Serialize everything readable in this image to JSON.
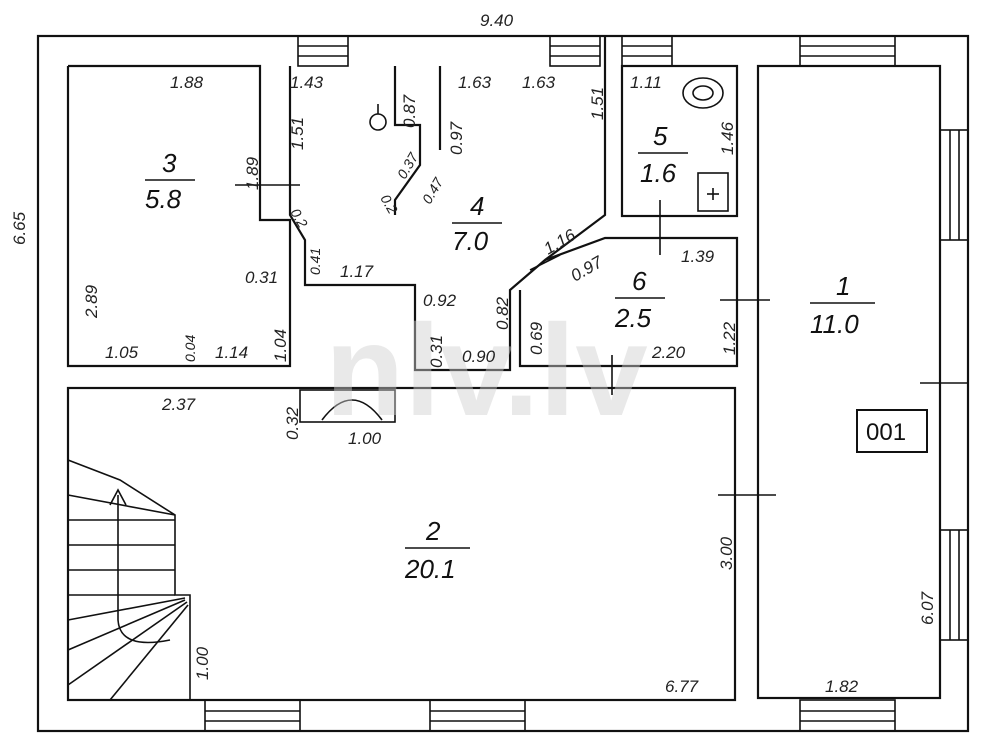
{
  "watermark": "nlv.lv",
  "unit_id": "001",
  "outer": {
    "width": "9.40",
    "height": "6.65"
  },
  "rooms": [
    {
      "no": "1",
      "area": "11.0"
    },
    {
      "no": "2",
      "area": "20.1"
    },
    {
      "no": "3",
      "area": "5.8"
    },
    {
      "no": "4",
      "area": "7.0"
    },
    {
      "no": "5",
      "area": "1.6"
    },
    {
      "no": "6",
      "area": "2.5"
    }
  ],
  "room3_dims": [
    "1.88",
    "1.89",
    "2.89",
    "1.05",
    "0.04",
    "1.14",
    "1.04",
    "0.31",
    "0.2"
  ],
  "room4_dims": [
    "1.43",
    "1.51",
    "0.87",
    "0.37",
    "0.2",
    "0.47",
    "0.97",
    "1.63",
    "1.63",
    "1.51",
    "0.41",
    "1.17",
    "0.92",
    "0.31",
    "0.82",
    "0.90",
    "1.16",
    "0.97"
  ],
  "room5_dims": [
    "1.11",
    "1.46",
    "1.39"
  ],
  "room6_dims": [
    "0.69",
    "1.22",
    "2.20"
  ],
  "room2_dims": [
    "2.37",
    "0.32",
    "1.00",
    "3.00",
    "1.00",
    "6.77"
  ],
  "room1_dims": [
    "6.07",
    "1.82"
  ]
}
